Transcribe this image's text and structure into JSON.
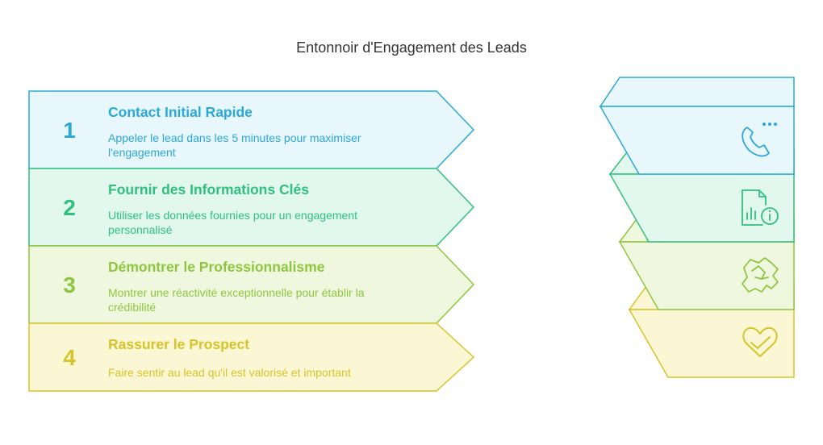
{
  "title": "Entonnoir d'Engagement des Leads",
  "steps": [
    {
      "number": "1",
      "title": "Contact Initial Rapide",
      "description": "Appeler le lead dans les 5 minutes pour maximiser l'engagement",
      "icon": "phone-call-icon",
      "color": "#2aa8d8",
      "fill": "#e8f7fc"
    },
    {
      "number": "2",
      "title": "Fournir des Informations Clés",
      "description": "Utiliser les données fournies pour un engagement personnalisé",
      "icon": "report-info-icon",
      "color": "#2fc07e",
      "fill": "#e2f8ee"
    },
    {
      "number": "3",
      "title": "Démontrer le Professionnalisme",
      "description": "Montrer une réactivité exceptionnelle pour établir la crédibilité",
      "icon": "handshake-icon",
      "color": "#8ec63f",
      "fill": "#eff8df"
    },
    {
      "number": "4",
      "title": "Rassurer le Prospect",
      "description": "Faire sentir au lead qu'il est valorisé et important",
      "icon": "heart-check-icon",
      "color": "#d6c42a",
      "fill": "#fbf6d4"
    }
  ]
}
